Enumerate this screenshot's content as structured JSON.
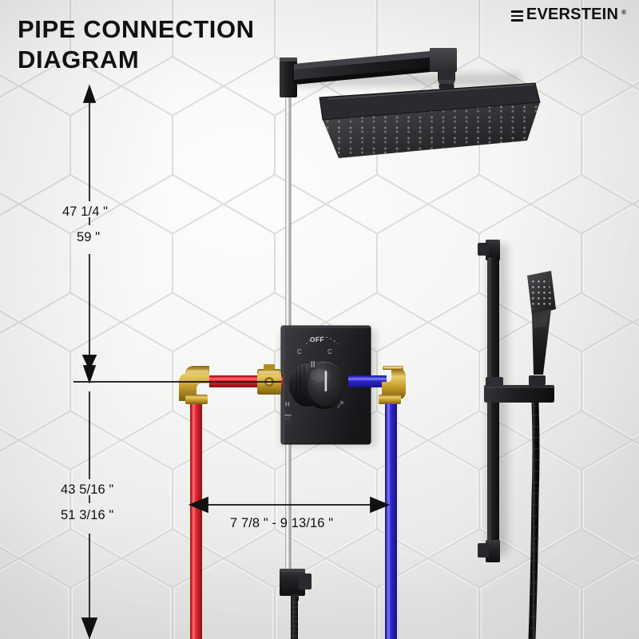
{
  "header": {
    "title": "PIPE CONNECTION\nDIAGRAM",
    "brand_name": "EVERSTEIN",
    "brand_reg": "®",
    "brand_mark_icon": "three-bar-e-icon"
  },
  "dimensions": {
    "top_primary": "47 1/4 \"",
    "top_secondary": "59 \"",
    "bottom_primary": "43 5/16 \"",
    "bottom_secondary": "51 3/16 \"",
    "horizontal_span": "7 7/8 \" - 9 13/16 \""
  },
  "valve": {
    "off_label": "OFF",
    "cold_left_label": "C",
    "cold_right_label": "C",
    "hot_label": "H",
    "shower_icon": "overhead-shower-icon",
    "handheld_icon": "handheld-shower-icon",
    "diverter_icon": "diverter-icon"
  },
  "components": {
    "rain_shower_head": "square-rain-showerhead",
    "shower_arm": "square-wall-shower-arm",
    "riser_pipe": "chrome-riser-pipe",
    "valve_plate": "thermostatic-valve-trim-plate",
    "valve_knob": "mixer-control-knob",
    "slide_bar": "handheld-slide-bar",
    "hand_shower": "square-hand-shower",
    "shower_hose": "flexible-shower-hose",
    "hose_outlet": "wall-hose-outlet-elbow",
    "hot_pipe": "hot-water-supply-pipe",
    "cold_pipe": "cold-water-supply-pipe",
    "brass_elbow": "brass-elbow-fitting"
  },
  "colors": {
    "hot_pipe": "#d8232a",
    "cold_pipe": "#2a25c4",
    "brass": "#c9a22e",
    "hardware": "#1b1b1d",
    "tile": "#f4f4f3",
    "dimension_line": "#111111"
  }
}
